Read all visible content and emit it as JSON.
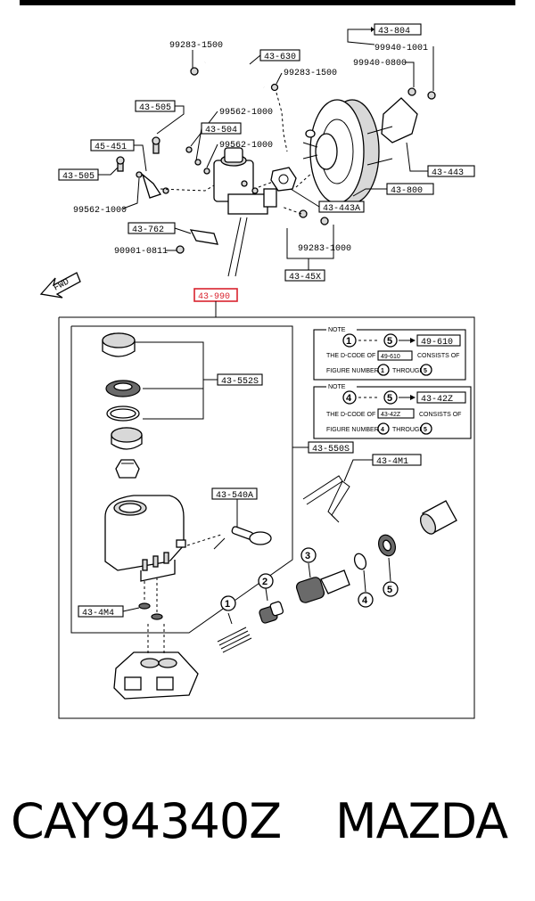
{
  "diagram": {
    "fwd_label": "FWD",
    "highlighted_code": "43-990",
    "upper_labels": [
      {
        "text": "43-804",
        "boxed": true
      },
      {
        "text": "99940-1001",
        "boxed": false
      },
      {
        "text": "99940-0800",
        "boxed": false
      },
      {
        "text": "99283-1500",
        "boxed": false
      },
      {
        "text": "43-630",
        "boxed": true
      },
      {
        "text": "99283-1500",
        "boxed": false
      },
      {
        "text": "43-505",
        "boxed": true
      },
      {
        "text": "99562-1000",
        "boxed": false
      },
      {
        "text": "43-504",
        "boxed": true
      },
      {
        "text": "45-451",
        "boxed": true
      },
      {
        "text": "99562-1000",
        "boxed": false
      },
      {
        "text": "43-505",
        "boxed": true
      },
      {
        "text": "43-443",
        "boxed": true
      },
      {
        "text": "43-800",
        "boxed": true
      },
      {
        "text": "99562-1000",
        "boxed": false
      },
      {
        "text": "43-443A",
        "boxed": true
      },
      {
        "text": "43-762",
        "boxed": true
      },
      {
        "text": "99283-1000",
        "boxed": false
      },
      {
        "text": "90901-0811",
        "boxed": false
      },
      {
        "text": "43-45X",
        "boxed": true
      }
    ],
    "inset_labels": [
      {
        "text": "43-552S",
        "boxed": true
      },
      {
        "text": "43-550S",
        "boxed": true
      },
      {
        "text": "43-4M1",
        "boxed": true
      },
      {
        "text": "43-540A",
        "boxed": true
      },
      {
        "text": "43-4M4",
        "boxed": true
      }
    ],
    "figure_numbers": [
      "1",
      "2",
      "3",
      "4",
      "5"
    ],
    "notes": [
      {
        "title": "NOTE",
        "from": "1",
        "to": "5",
        "code": "49-610",
        "line1a": "THE D-CODE OF",
        "line1b": "49-610",
        "line1c": "CONSISTS OF",
        "line2a": "FIGURE NUMBERS",
        "line2b": "1",
        "line2c": "THROUGH",
        "line2d": "5"
      },
      {
        "title": "NOTE",
        "from": "4",
        "to": "5",
        "code": "43-42Z",
        "line1a": "THE D-CODE OF",
        "line1b": "43-42Z",
        "line1c": "CONSISTS OF",
        "line2a": "FIGURE NUMBERS",
        "line2b": "4",
        "line2c": "THROUGH",
        "line2d": "5"
      }
    ],
    "colors": {
      "ink": "#000000",
      "highlight": "#d9232e",
      "paper": "#ffffff"
    }
  },
  "footer": {
    "part_code": "CAY94340Z",
    "brand": "MAZDA"
  }
}
